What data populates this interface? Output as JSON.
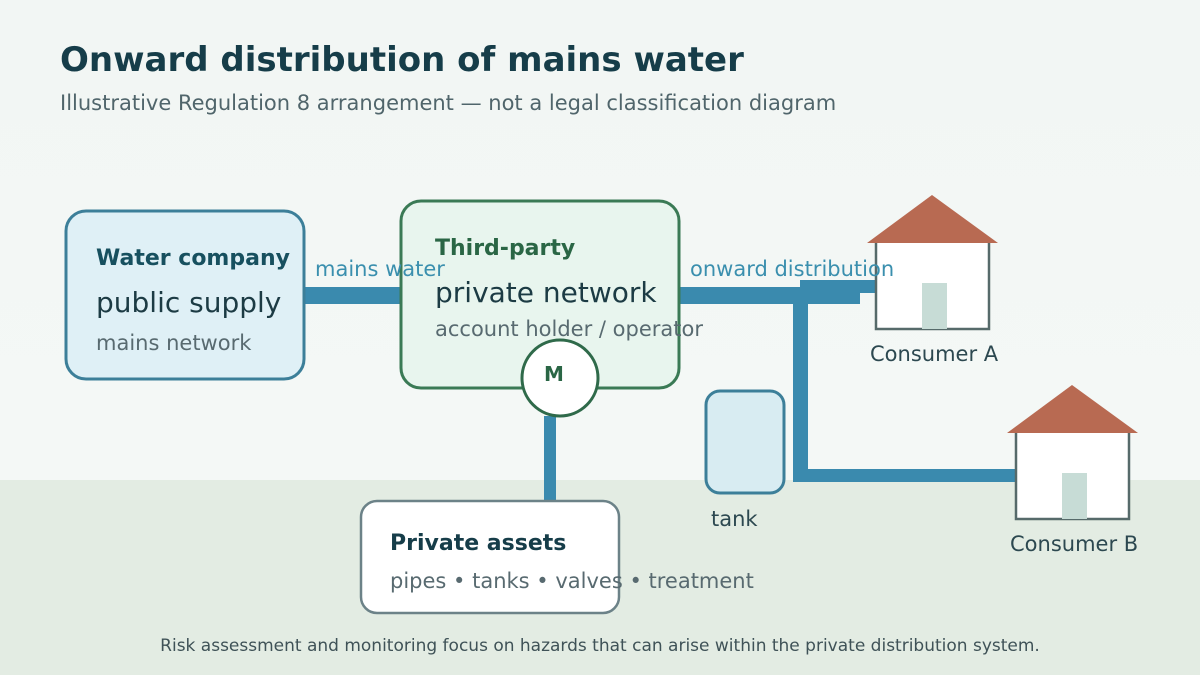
{
  "title": "Onward distribution of mains water",
  "subtitle": "Illustrative Regulation 8 arrangement — not a legal classification diagram",
  "water_company": {
    "heading": "Water company",
    "main": "public supply",
    "sub": "mains network"
  },
  "third_party": {
    "heading": "Third-party",
    "main": "private network",
    "sub": "account holder / operator"
  },
  "meter": {
    "label": "M"
  },
  "private_assets": {
    "heading": "Private assets",
    "sub": "pipes • tanks • valves • treatment"
  },
  "flow_labels": {
    "mains": "mains water",
    "onward": "onward distribution"
  },
  "tank": {
    "label": "tank"
  },
  "consumers": [
    {
      "label": "Consumer A"
    },
    {
      "label": "Consumer B"
    }
  ],
  "footnote": "Risk assessment and monitoring focus on hazards that can arise within the private distribution system.",
  "colors": {
    "pipe": "#3a8aae",
    "water_company_fill": "#dff0f6",
    "water_company_border": "#3c7f99",
    "third_party_fill": "#e8f5ee",
    "third_party_border": "#3a7a55",
    "roof": "#b86a52",
    "ground": "#e3ece3"
  },
  "icons": [
    "meter-icon",
    "tank-icon",
    "house-icon"
  ]
}
